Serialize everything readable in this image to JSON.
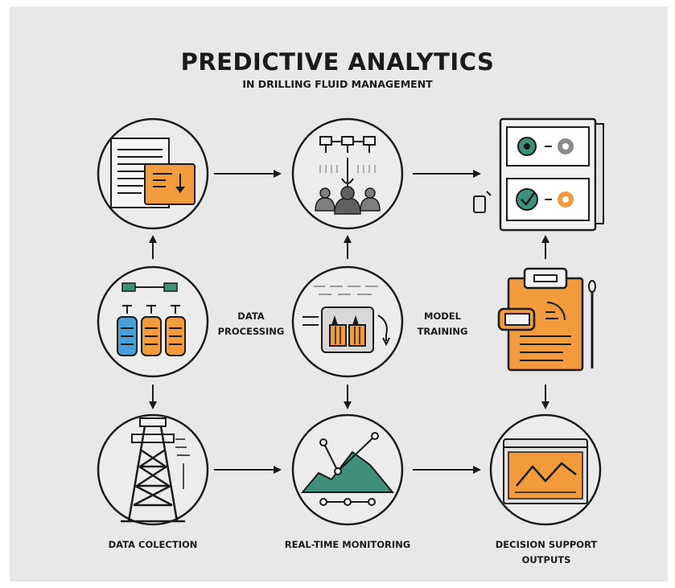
{
  "title": "PREDICTIVE ANALYTICS",
  "subtitle": "IN DRILLING FLUID MANAGEMENT",
  "labels": {
    "data_processing_line1": "DATA",
    "data_processing_line2": "PROCESSING",
    "model_training_line1": "MODEL",
    "model_training_line2": "TRAINING",
    "data_collection": "DATA COLECTION",
    "real_time_monitoring": "REAL-TIME MONITORING",
    "decision_support_line1": "DECISION SUPPORT",
    "decision_support_line2": "OUTPUTS"
  },
  "colors": {
    "orange": "#f19a3e",
    "teal": "#3f8f7a",
    "blue": "#4a9fd8",
    "ink": "#1b1b1b",
    "panel": "#e8e8e8",
    "circle_fill": "#ececec"
  },
  "icons": [
    "document-download-icon",
    "equipment-network-icon",
    "dashboard-gears-icon",
    "data-storage-icon",
    "lab-processing-icon",
    "clipboard-report-icon",
    "drilling-rig-icon",
    "mountain-chart-icon",
    "monitor-chart-icon"
  ]
}
